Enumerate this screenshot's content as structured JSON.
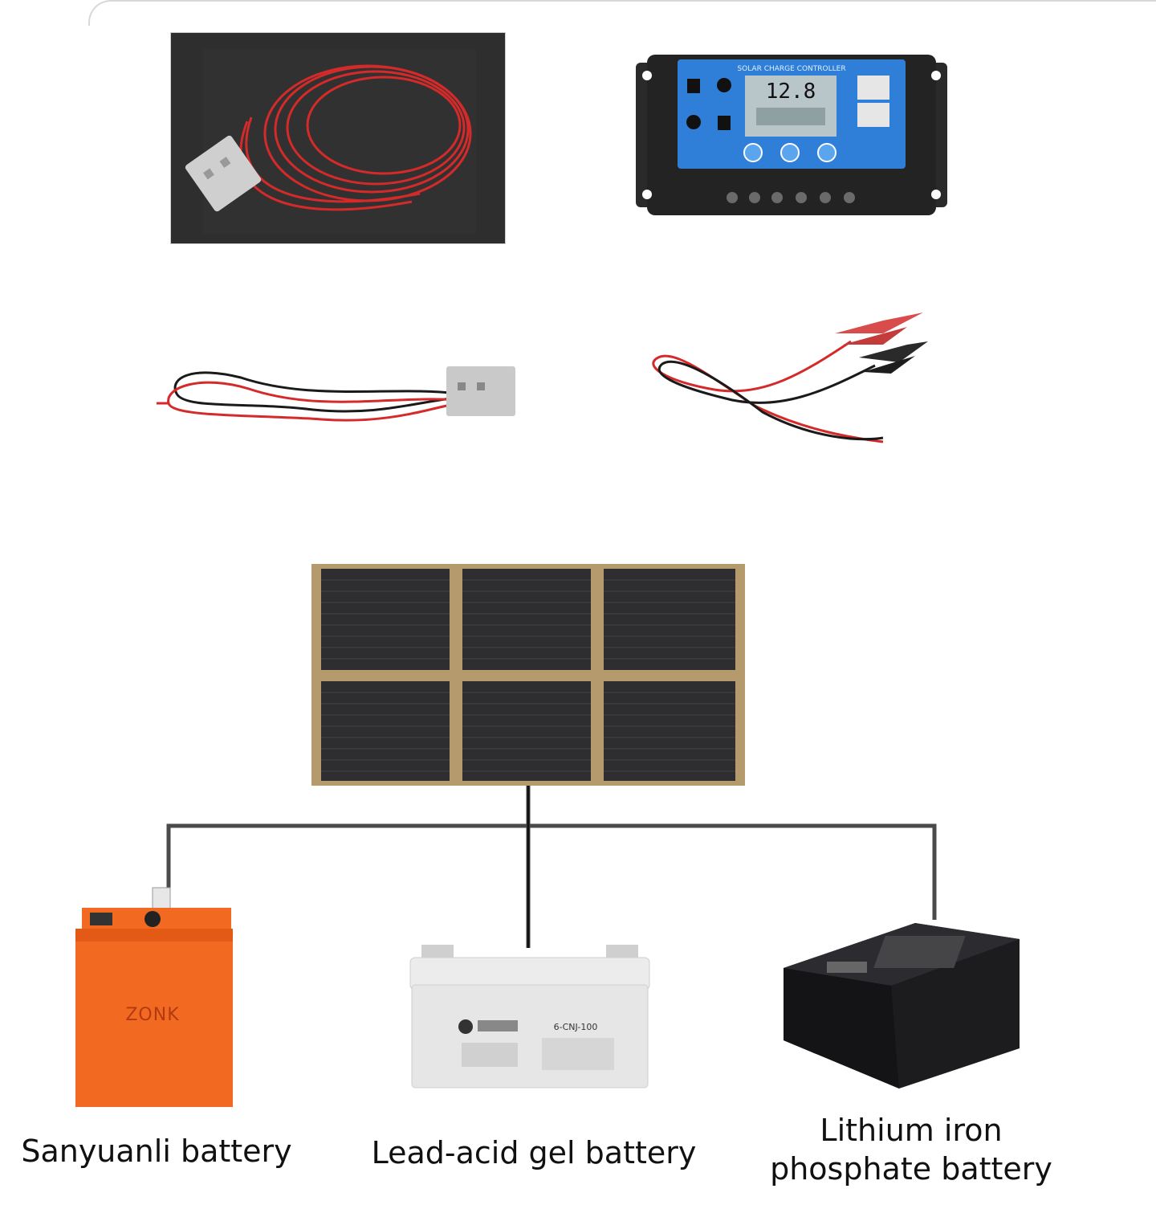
{
  "controller": {
    "header_text": "SOLAR CHARGE CONTROLLER",
    "lcd_reading": "12.8"
  },
  "batteries": [
    {
      "label": "Sanyuanli battery",
      "brand_text": "ZONK"
    },
    {
      "label": "Lead-acid gel battery",
      "model_text": "6-CNJ-100"
    },
    {
      "label": "Lithium iron phosphate battery"
    }
  ],
  "colors": {
    "wire_red": "#d42a2a",
    "wire_black": "#1a1a1a",
    "connector_gray": "#c9c9c9",
    "controller_blue": "#2f7fd8",
    "battery_orange": "#f26a22",
    "battery_gray": "#e6e6e6",
    "battery_black": "#1c1c1e",
    "connection_line": "#4a4a4a"
  }
}
